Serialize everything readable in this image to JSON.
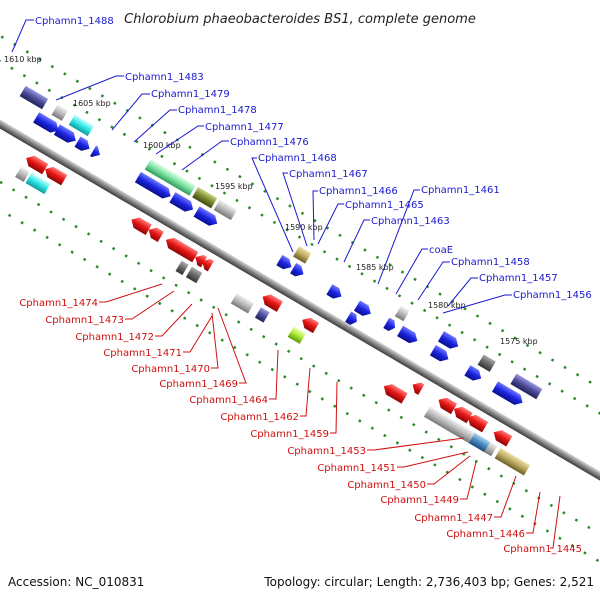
{
  "title": "Chlorobium phaeobacteroides BS1, complete genome",
  "footer": {
    "accession": "Accession: NC_010831",
    "summary": "Topology: circular; Length: 2,736,403 bp; Genes: 2,521"
  },
  "colors": {
    "top_strand_label": "#1a1ad0",
    "bottom_strand_label": "#d01010",
    "forward_gene": "#1b24e0",
    "reverse_gene": "#e61414",
    "tick": "#2a8a2a",
    "backbone": "#8a8a8a"
  },
  "kbp_ticks": [
    {
      "label": "1610 kbp",
      "kbp": 1610
    },
    {
      "label": "1605 kbp",
      "kbp": 1605
    },
    {
      "label": "1600 kbp",
      "kbp": 1600
    },
    {
      "label": "1595 kbp",
      "kbp": 1595
    },
    {
      "label": "1590 kbp",
      "kbp": 1590
    },
    {
      "label": "1585 kbp",
      "kbp": 1585
    },
    {
      "label": "1580 kbp",
      "kbp": 1580
    },
    {
      "label": "1575 kbp",
      "kbp": 1575
    }
  ],
  "top_labels": [
    "Cphamn1_1488",
    "Cphamn1_1483",
    "Cphamn1_1479",
    "Cphamn1_1478",
    "Cphamn1_1477",
    "Cphamn1_1476",
    "Cphamn1_1468",
    "Cphamn1_1467",
    "Cphamn1_1466",
    "Cphamn1_1465",
    "Cphamn1_1463",
    "Cphamn1_1461",
    "coaE",
    "Cphamn1_1458",
    "Cphamn1_1457",
    "Cphamn1_1456"
  ],
  "bottom_labels": [
    "Cphamn1_1474",
    "Cphamn1_1473",
    "Cphamn1_1472",
    "Cphamn1_1471",
    "Cphamn1_1470",
    "Cphamn1_1469",
    "Cphamn1_1464",
    "Cphamn1_1462",
    "Cphamn1_1459",
    "Cphamn1_1453",
    "Cphamn1_1451",
    "Cphamn1_1450",
    "Cphamn1_1449",
    "Cphamn1_1447",
    "Cphamn1_1446",
    "Cphamn1_1445"
  ]
}
